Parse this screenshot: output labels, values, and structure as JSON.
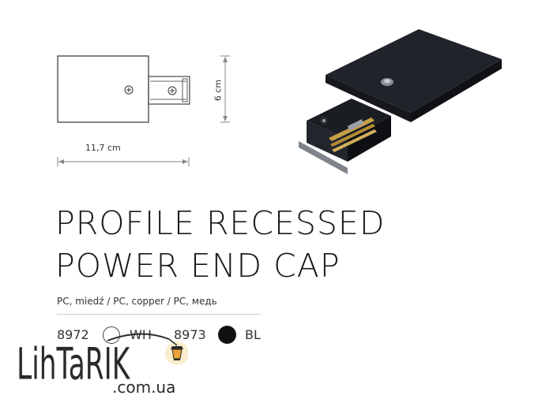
{
  "diagram": {
    "width_label": "11,7 cm",
    "height_label": "6 cm"
  },
  "title": {
    "line1": "PROFILE RECESSED",
    "line2": "POWER END CAP"
  },
  "materials": "PC, miedź / PC, copper / PC, медь",
  "variants": [
    {
      "code": "8972",
      "color_name": "WH",
      "swatch": "#ffffff"
    },
    {
      "code": "8973",
      "color_name": "BL",
      "swatch": "#111111"
    }
  ],
  "watermark": {
    "brand": "LihTaRIK",
    "domain": ".com.ua",
    "icon": "street-lantern-icon"
  },
  "colors": {
    "product_body": "#1c1f24",
    "accent_copper": "#c7a04a",
    "watermark_orange": "#e8a23a"
  }
}
